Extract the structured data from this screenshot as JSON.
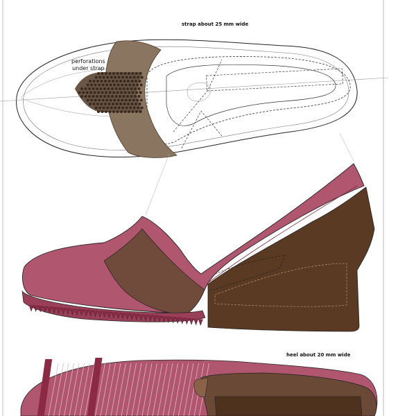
{
  "annotations": {
    "strap_width": "strap about 25 mm wide",
    "perforations_line1": "perforations",
    "perforations_line2": "under strap",
    "heel_width": "heel about 20 mm wide"
  },
  "colors": {
    "upper_pink": "#b0566e",
    "strap_brown": "#6a4a36",
    "wedge_brown": "#5a3a22",
    "strap_tan": "#8a7560",
    "outline": "#222222",
    "sole_stripe": "#8c2a45",
    "sole_line": "#e2b8c4"
  },
  "icons": [
    "perforation-dot"
  ]
}
